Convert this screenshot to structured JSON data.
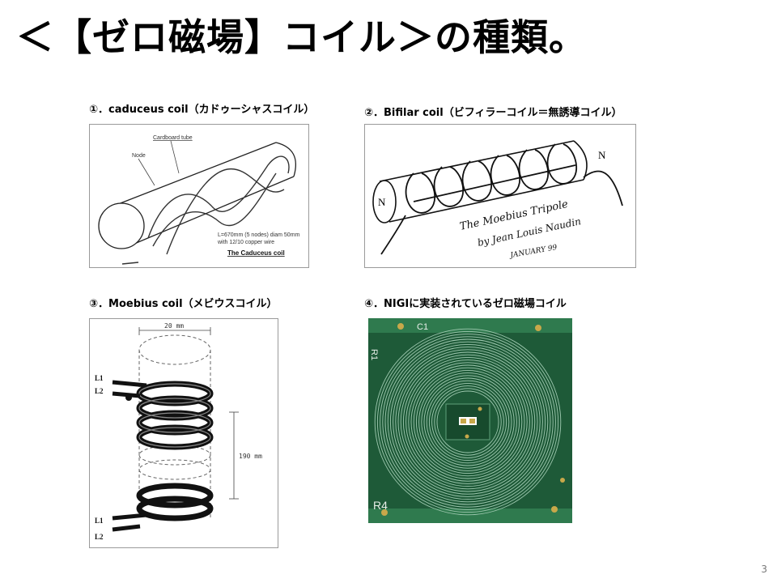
{
  "slide": {
    "title": "＜【ゼロ磁場】コイル＞の種類。",
    "page_number": "3"
  },
  "items": [
    {
      "caption": "①．caduceus coil（カドゥーシャスコイル）",
      "annotations": {
        "tube": "Cardboard tube",
        "node": "Node",
        "spec1": "L=670mm (5 nodes) diam 50mm",
        "spec2": "with 12/10 copper wire",
        "name": "The Caduceus coil"
      }
    },
    {
      "caption": "②．Bifilar coil（ビフィラーコイル＝無誘導コイル）",
      "annotations": {
        "pole_left": "N",
        "pole_right": "N",
        "hand1": "The Moebius Tripole",
        "hand2": "by Jean Louis Naudin",
        "hand3": "JANUARY 99"
      }
    },
    {
      "caption": "③．Moebius coil（メビウスコイル）",
      "annotations": {
        "dim_top": "20 mm",
        "dim_side": "190 mm",
        "l1_top": "L1",
        "l2_top": "L2",
        "l1_bottom": "L1",
        "l2_bottom": "L2"
      }
    },
    {
      "caption": "④．NIGIに実装されているゼロ磁場コイル",
      "annotations": {
        "silk_r4": "R4",
        "silk_c1": "C1",
        "silk_r1": "R1"
      }
    }
  ],
  "colors": {
    "pcb_green": "#1e5a38",
    "trace": "#9fc9b0",
    "pad_gold": "#c8a84a"
  }
}
